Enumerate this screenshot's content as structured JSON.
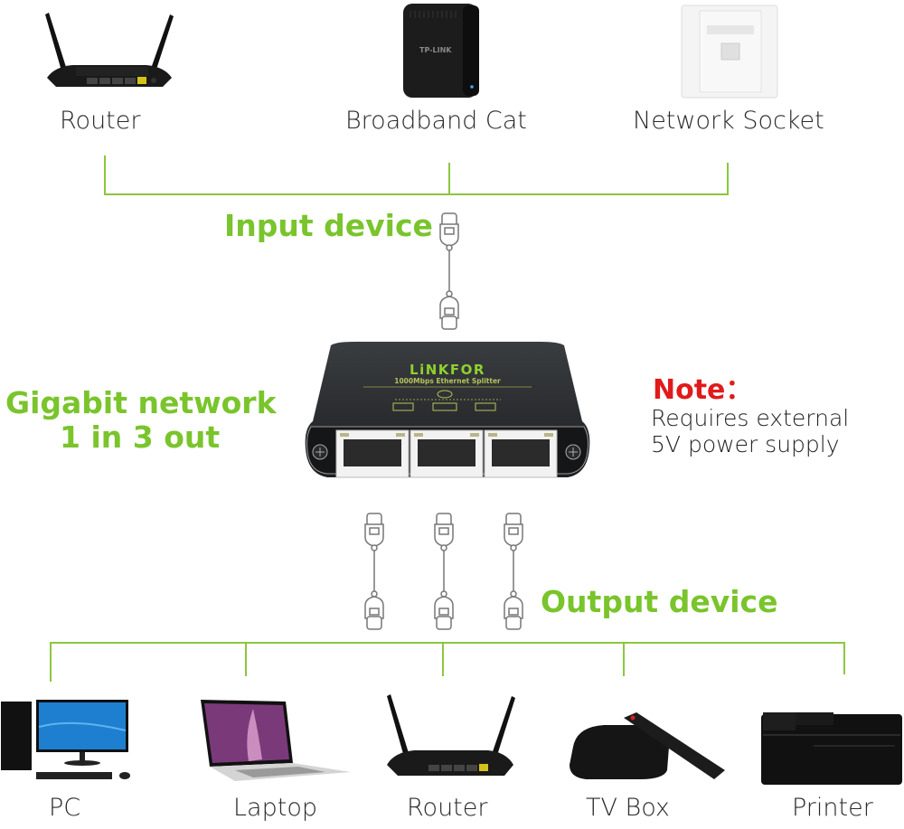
{
  "input_devices": [
    {
      "label": "Router",
      "icon": "router-icon"
    },
    {
      "label": "Broadband Cat",
      "icon": "modem-icon",
      "brand": "TP-LINK"
    },
    {
      "label": "Network Socket",
      "icon": "wall-socket-icon"
    }
  ],
  "input_title": "Input device",
  "output_title": "Output device",
  "feature": {
    "line1": "Gigabit network",
    "line2": "1 in 3 out"
  },
  "splitter": {
    "brand": "LiNKFOR",
    "subtitle": "1000Mbps Ethernet Splitter",
    "ports": 3
  },
  "note": {
    "title": "Note：",
    "line1": "Requires external",
    "line2": "5V power supply"
  },
  "output_devices": [
    {
      "label": "PC",
      "icon": "desktop-pc-icon"
    },
    {
      "label": "Laptop",
      "icon": "laptop-icon"
    },
    {
      "label": "Router",
      "icon": "router-icon"
    },
    {
      "label": "TV Box",
      "icon": "tv-box-icon"
    },
    {
      "label": "Printer",
      "icon": "printer-icon"
    }
  ],
  "colors": {
    "accent_green": "#7ac42c",
    "note_red": "#e01b1b",
    "text": "#2a2a2a"
  }
}
